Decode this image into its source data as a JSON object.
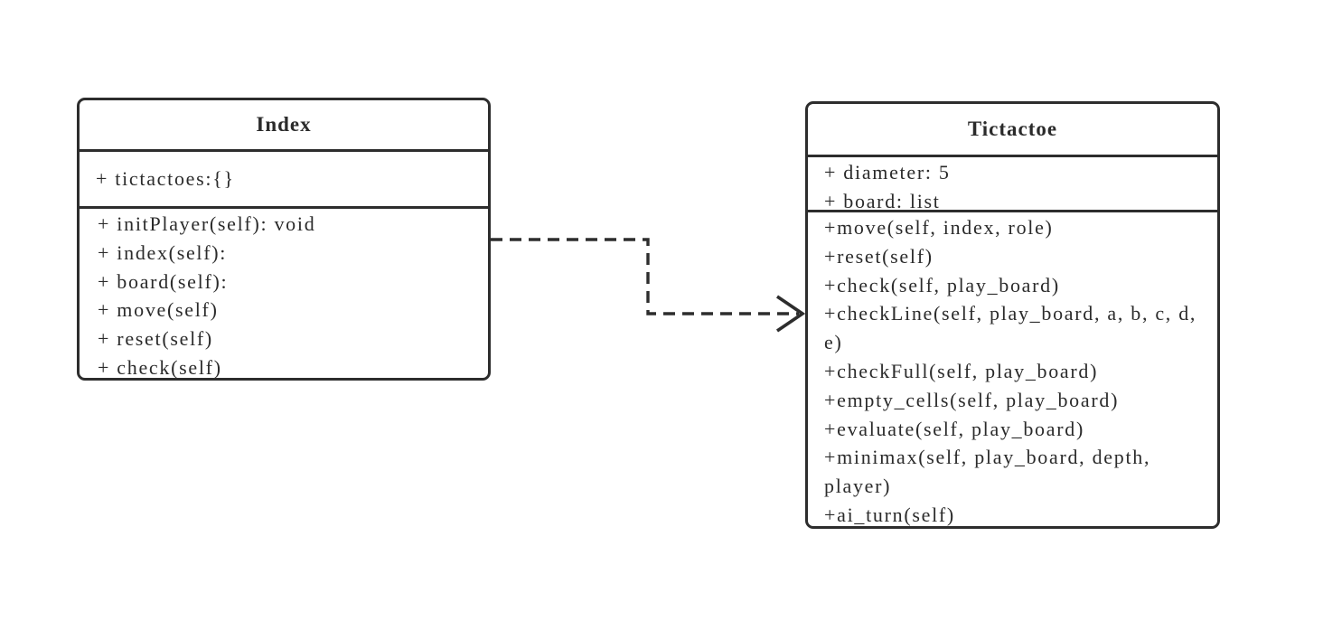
{
  "diagram": {
    "kind": "uml-class-diagram",
    "colors": {
      "stroke": "#2d2d2d",
      "text": "#2b2b2b",
      "background": "#ffffff"
    },
    "classes": [
      {
        "name": "Index",
        "attributes": [
          "+ tictactoes:{}"
        ],
        "methods": [
          "+ initPlayer(self): void",
          "+ index(self):",
          "+ board(self):",
          "+ move(self)",
          "+ reset(self)",
          "+ check(self)"
        ]
      },
      {
        "name": "Tictactoe",
        "attributes": [
          "+ diameter: 5",
          "+ board: list"
        ],
        "methods": [
          "+move(self, index, role)",
          "+reset(self)",
          "+check(self, play_board)",
          "+checkLine(self, play_board, a, b, c, d, e)",
          "+checkFull(self, play_board)",
          "+empty_cells(self, play_board)",
          "+evaluate(self, play_board)",
          "+minimax(self, play_board, depth, player)",
          "+ai_turn(self)"
        ]
      }
    ],
    "relationships": [
      {
        "from": "Index",
        "to": "Tictactoe",
        "type": "dependency",
        "line_style": "dashed",
        "arrowhead": "open"
      }
    ]
  }
}
